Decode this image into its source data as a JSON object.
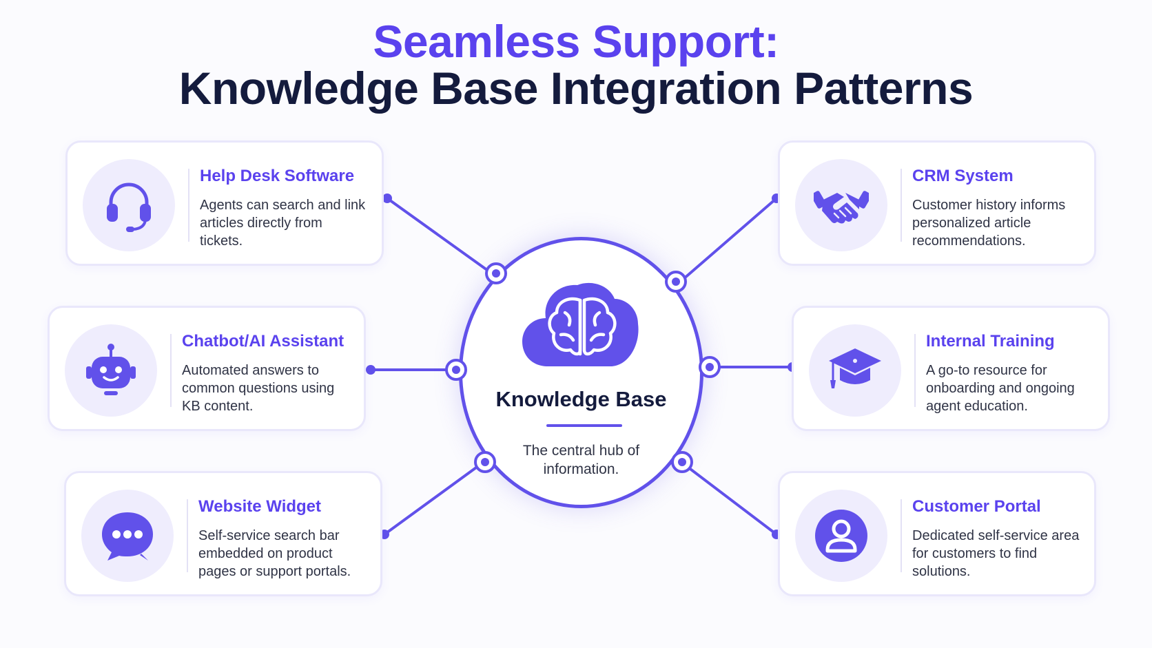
{
  "colors": {
    "accent": "#6151ea",
    "title_accent": "#5a42ee",
    "title_dark": "#141b3d",
    "card_border": "#e9e7fb",
    "icon_bg": "#efedfd"
  },
  "title": {
    "line1": "Seamless Support:",
    "line2": "Knowledge Base Integration Patterns"
  },
  "hub": {
    "icon": "brain-cloud-icon",
    "title": "Knowledge Base",
    "description": "The central hub of information."
  },
  "integrations": [
    {
      "id": "help-desk",
      "icon": "headset-icon",
      "title": "Help Desk Software",
      "description": "Agents can search and link articles directly from tickets."
    },
    {
      "id": "crm",
      "icon": "handshake-icon",
      "title": "CRM System",
      "description": "Customer history informs personalized article recommendations."
    },
    {
      "id": "chatbot",
      "icon": "robot-icon",
      "title": "Chatbot/AI Assistant",
      "description": "Automated answers to common questions using KB content."
    },
    {
      "id": "training",
      "icon": "graduation-cap-icon",
      "title": "Internal Training",
      "description": "A go-to resource for onboarding and ongoing agent education."
    },
    {
      "id": "widget",
      "icon": "chat-bubble-icon",
      "title": "Website Widget",
      "description": "Self-service search bar embedded on product pages or support portals."
    },
    {
      "id": "portal",
      "icon": "user-profile-icon",
      "title": "Customer Portal",
      "description": "Dedicated self-service area for customers to find solutions."
    }
  ]
}
